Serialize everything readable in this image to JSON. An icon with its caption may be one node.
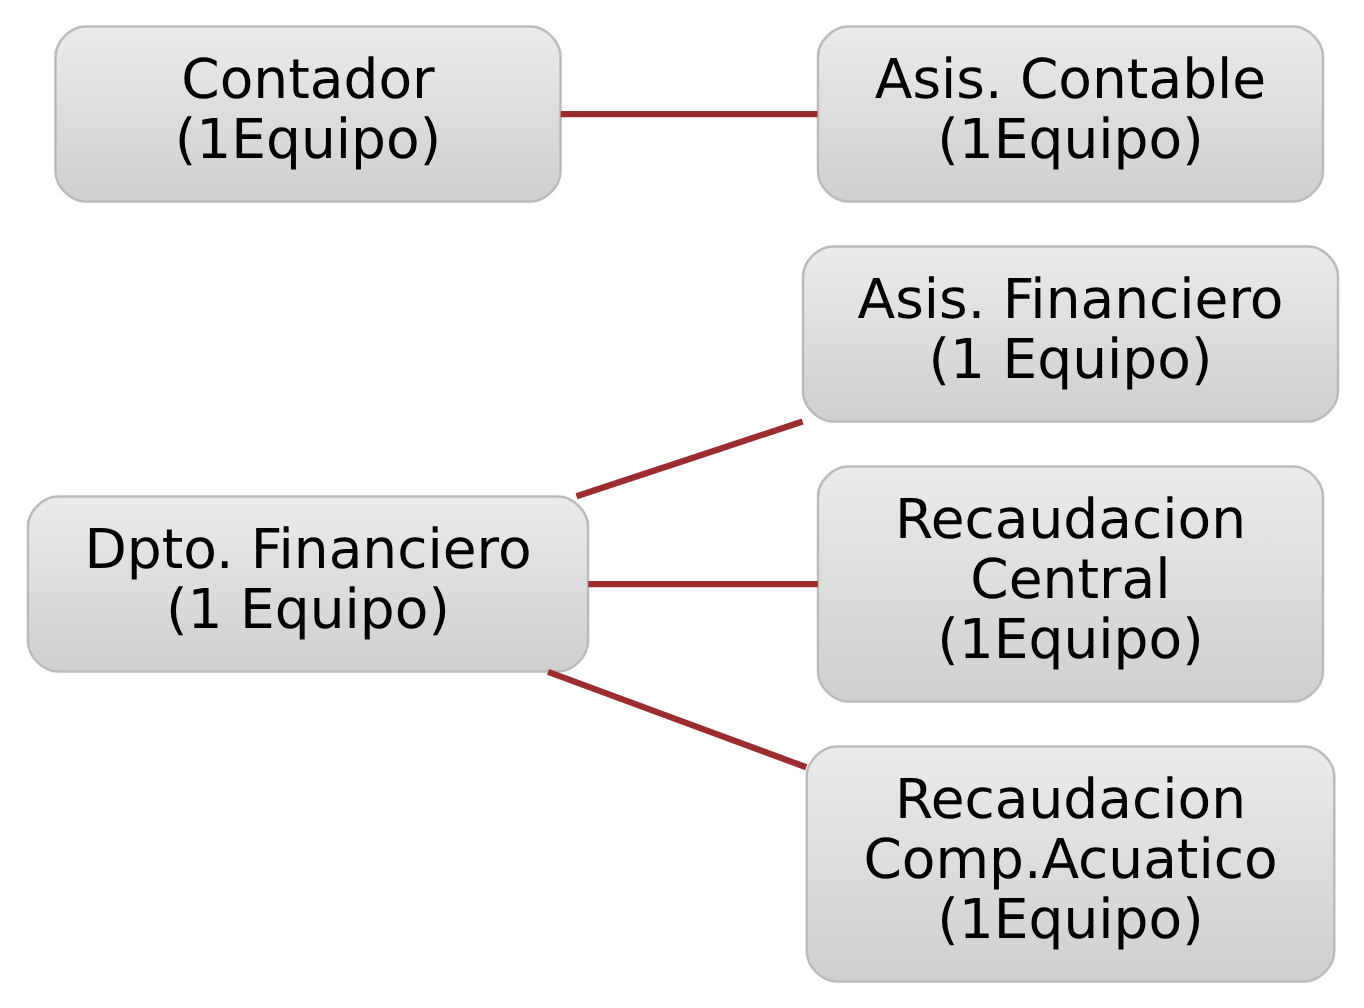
{
  "diagram": {
    "nodes": [
      {
        "text": [
          "Dpto. Financiero (1 Equipo)"
        ]
      },
      {
        "text": [
          "Asis. Financiero (1 Equipo)"
        ]
      },
      {
        "text": [
          "Recaudacion Central (1Equipo)"
        ]
      },
      {
        "text": [
          "Recaudacion Comp.Acuatico (1Equipo)"
        ]
      },
      {
        "text": [
          "Contador (1Equipo)"
        ]
      },
      {
        "text": [
          "Asis. Contable (1Equipo)"
        ]
      }
    ],
    "edges": [
      {
        "from": 0,
        "to": 1,
        "arrow": "none"
      },
      {
        "from": 0,
        "to": 2,
        "arrow": "none"
      },
      {
        "from": 0,
        "to": 3,
        "arrow": "none"
      },
      {
        "from": 4,
        "to": 5,
        "arrow": "none"
      }
    ]
  }
}
